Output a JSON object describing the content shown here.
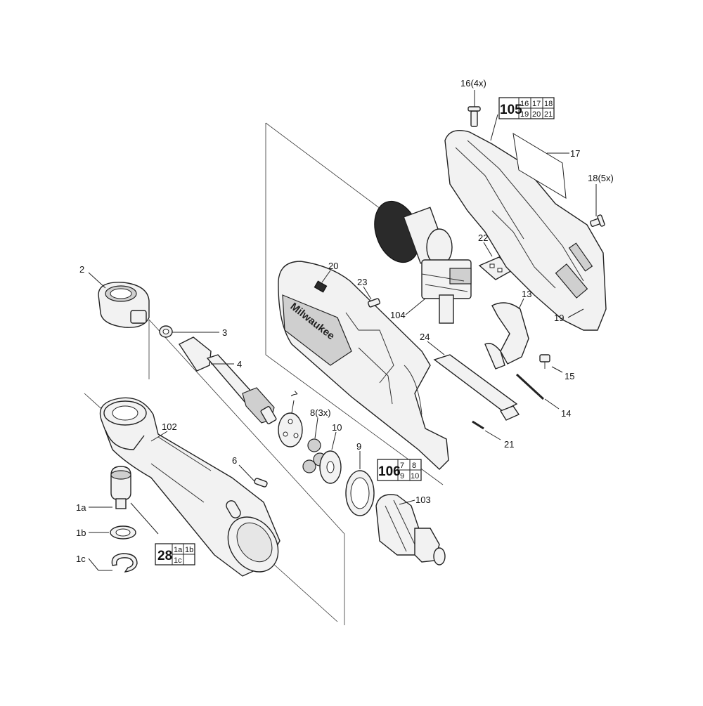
{
  "labels": {
    "p1a": "1a",
    "p1b": "1b",
    "p1c": "1c",
    "p2": "2",
    "p3": "3",
    "p4": "4",
    "p6": "6",
    "p7": "7",
    "p8": "8(3x)",
    "p9": "9",
    "p10": "10",
    "p13": "13",
    "p14": "14",
    "p15": "15",
    "p16": "16(4x)",
    "p17": "17",
    "p18": "18(5x)",
    "p19": "19",
    "p20": "20",
    "p21": "21",
    "p22": "22",
    "p23": "23",
    "p24": "24",
    "p102": "102",
    "p103": "103",
    "p104": "104"
  },
  "kits": {
    "k28": {
      "id": "28",
      "items": [
        "1a",
        "1b",
        "1c",
        ""
      ]
    },
    "k105": {
      "id": "105",
      "items": [
        "16",
        "17",
        "18",
        "19",
        "20",
        "21"
      ]
    },
    "k106": {
      "id": "106",
      "items": [
        "7",
        "8",
        "9",
        "10"
      ]
    }
  },
  "brand": "Milwaukee"
}
